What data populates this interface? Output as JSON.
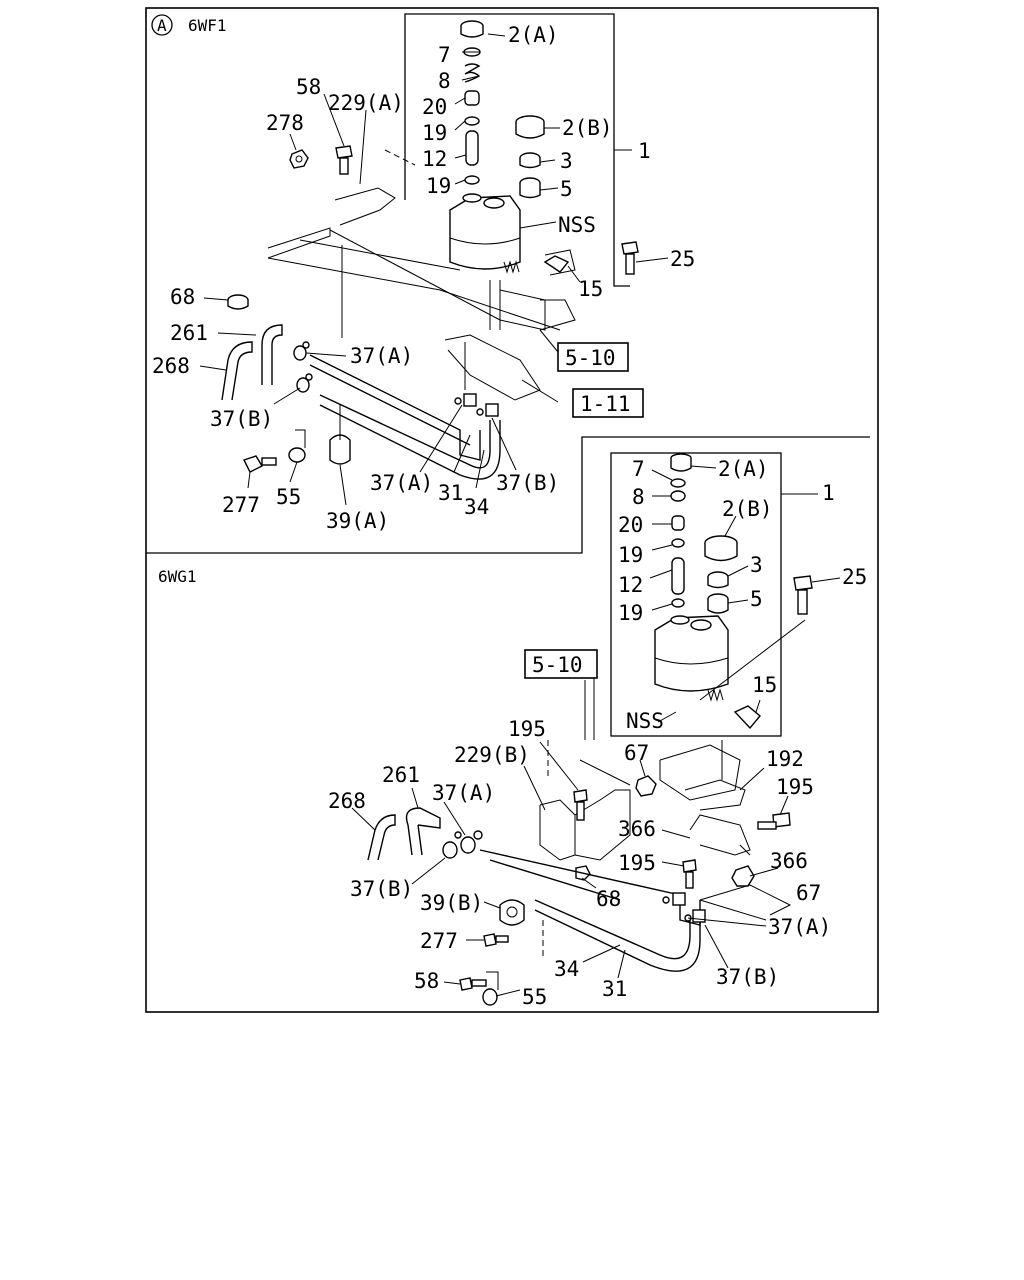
{
  "top_section": {
    "circle_mark": "A",
    "model_code": "6WF1",
    "callouts": {
      "c_2A": "2(A)",
      "c_7": "7",
      "c_8": "8",
      "c_20": "20",
      "c_19a": "19",
      "c_12": "12",
      "c_19b": "19",
      "c_2B": "2(B)",
      "c_3": "3",
      "c_5": "5",
      "c_1": "1",
      "c_nss": "NSS",
      "c_25": "25",
      "c_15": "15",
      "c_58": "58",
      "c_229A": "229(A)",
      "c_278": "278",
      "c_68": "68",
      "c_261": "261",
      "c_268": "268",
      "c_37A_1": "37(A)",
      "c_37B_1": "37(B)",
      "c_37A_2": "37(A)",
      "c_31": "31",
      "c_34": "34",
      "c_37B_2": "37(B)",
      "c_277": "277",
      "c_55": "55",
      "c_39A": "39(A)"
    },
    "refs": {
      "ref_510": "5-10",
      "ref_111": "1-11"
    }
  },
  "bottom_section": {
    "model_code": "6WG1",
    "callouts": {
      "c_7": "7",
      "c_2A": "2(A)",
      "c_8": "8",
      "c_2B": "2(B)",
      "c_20": "20",
      "c_19a": "19",
      "c_3": "3",
      "c_12": "12",
      "c_5": "5",
      "c_19b": "19",
      "c_1": "1",
      "c_25": "25",
      "c_15": "15",
      "c_nss": "NSS",
      "c_195a": "195",
      "c_229B": "229(B)",
      "c_67a": "67",
      "c_192": "192",
      "c_195b": "195",
      "c_261": "261",
      "c_268": "268",
      "c_37A_1": "37(A)",
      "c_366a": "366",
      "c_366b": "366",
      "c_195c": "195",
      "c_67b": "67",
      "c_37B_1": "37(B)",
      "c_39B": "39(B)",
      "c_68": "68",
      "c_37A_2": "37(A)",
      "c_277": "277",
      "c_34": "34",
      "c_37B_2": "37(B)",
      "c_58": "58",
      "c_31": "31",
      "c_55": "55"
    },
    "refs": {
      "ref_510": "5-10"
    }
  }
}
